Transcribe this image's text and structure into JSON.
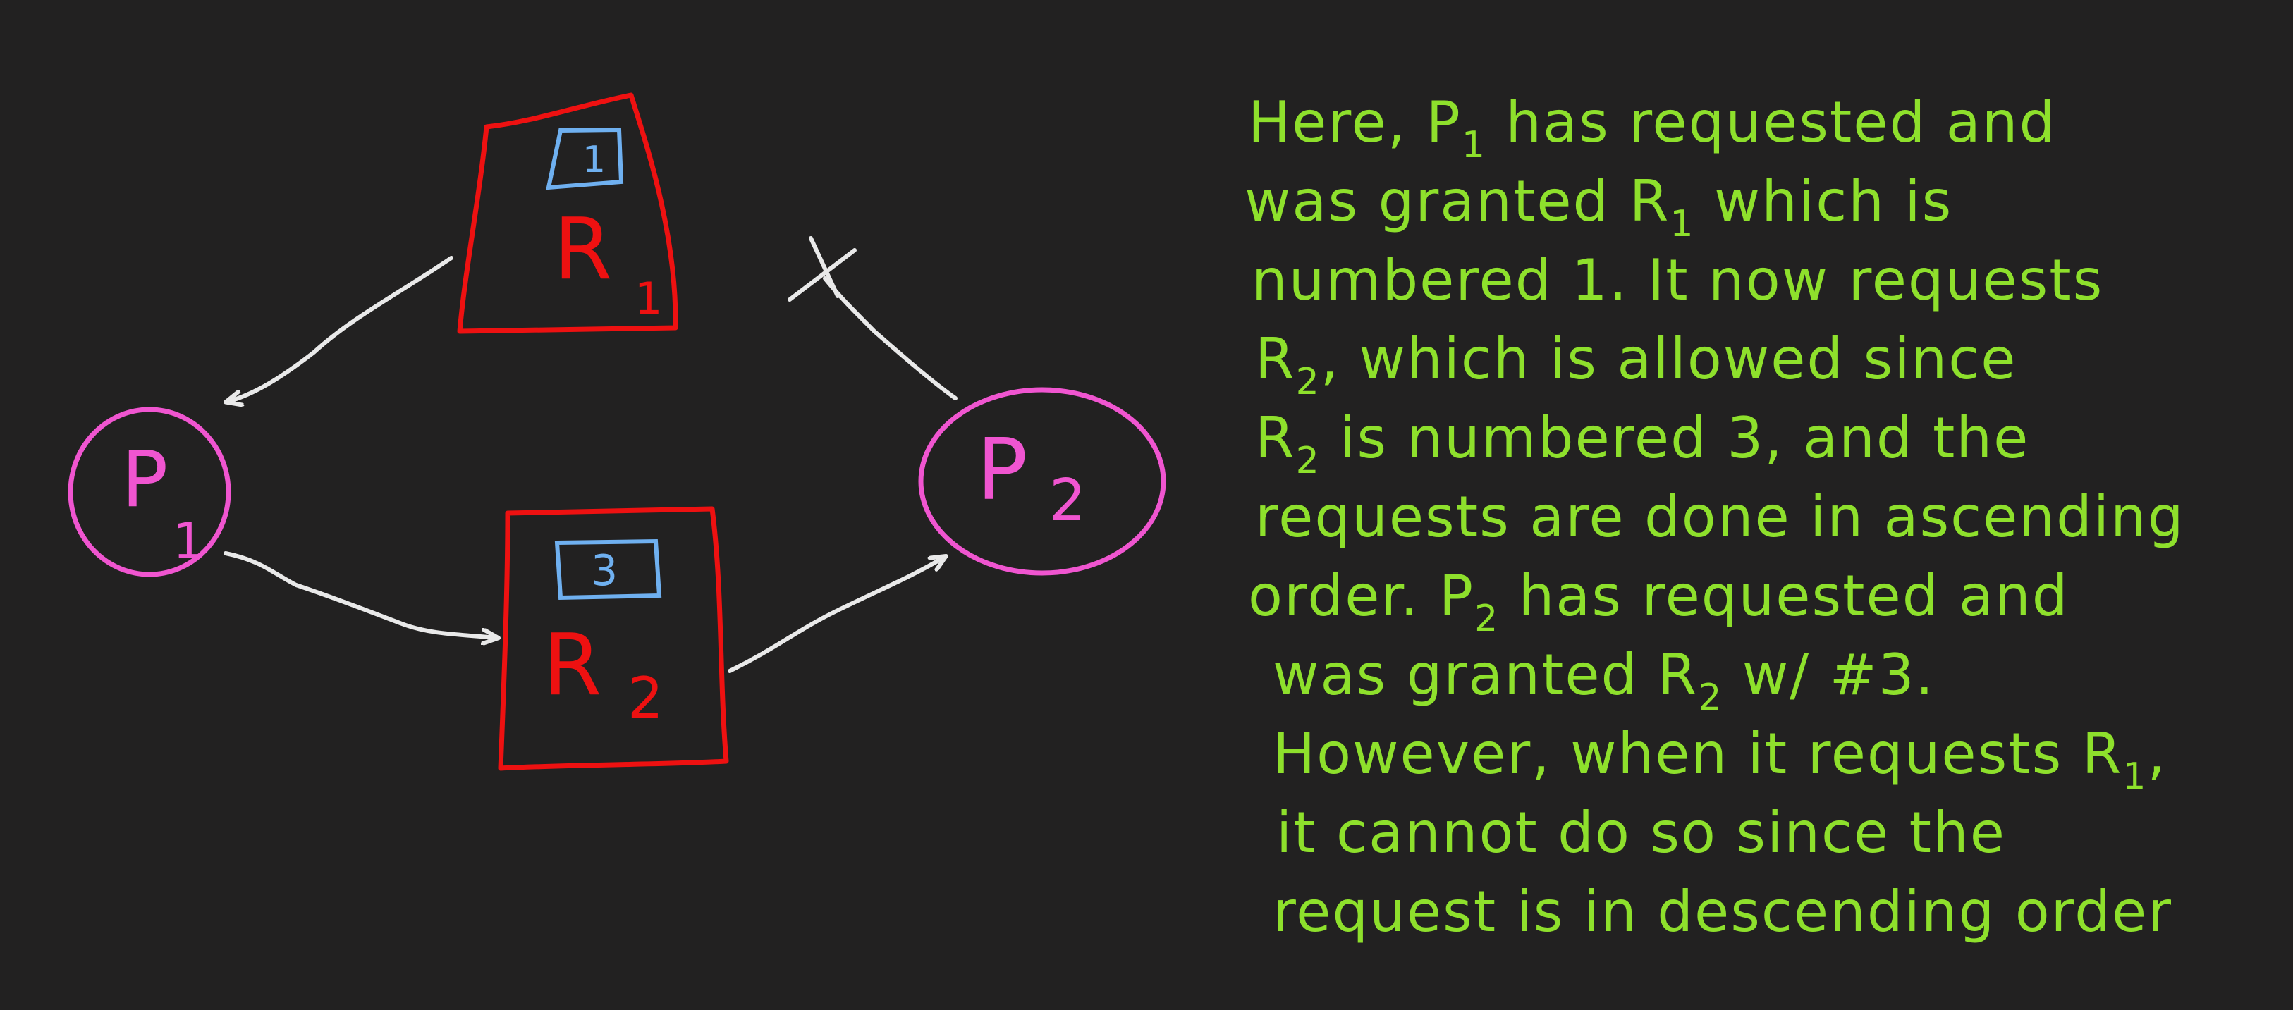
{
  "colors": {
    "background": "#222121",
    "resource_outline": "#ee1111",
    "resource_label": "#ee1111",
    "number_box": "#6fb0f0",
    "process_outline": "#f055d0",
    "process_label": "#f055d0",
    "edge": "#e9e9e9",
    "note_text": "#8ee02c"
  },
  "diagram": {
    "resources": [
      {
        "label": "R",
        "subscript": "1",
        "number": "1"
      },
      {
        "label": "R",
        "subscript": "2",
        "number": "3"
      }
    ],
    "processes": [
      {
        "label": "P",
        "subscript": "1"
      },
      {
        "label": "P",
        "subscript": "2"
      }
    ],
    "edges": [
      {
        "from": "R1",
        "to": "P1",
        "kind": "granted"
      },
      {
        "from": "P1",
        "to": "R2",
        "kind": "request"
      },
      {
        "from": "R2",
        "to": "P2",
        "kind": "granted"
      },
      {
        "from": "P2",
        "to": "R1",
        "kind": "denied",
        "mark": "x"
      }
    ]
  },
  "note": {
    "lines": [
      {
        "text": "Here, P",
        "sub": "1",
        "after": " has requested and"
      },
      {
        "text": "was granted R",
        "sub": "1",
        "after": " which is"
      },
      {
        "text": "numbered 1. It now requests"
      },
      {
        "text": "R",
        "sub": "2",
        "after": ", which is allowed since"
      },
      {
        "text": "R",
        "sub": "2",
        "after": " is numbered 3, and the"
      },
      {
        "text": "requests are done in ascending"
      },
      {
        "text": "order. P",
        "sub": "2",
        "after": " has requested and"
      },
      {
        "text": "was granted R",
        "sub": "2",
        "after": " w/ #3."
      },
      {
        "text": "However, when it requests R",
        "sub": "1",
        "after": ","
      },
      {
        "text": "it cannot do so since the"
      },
      {
        "text": "request is in descending order"
      }
    ]
  }
}
